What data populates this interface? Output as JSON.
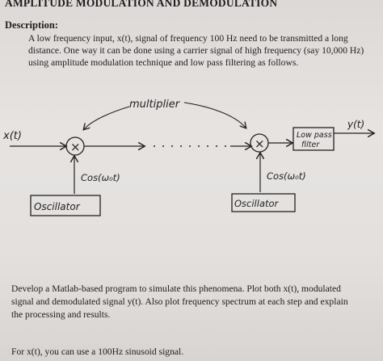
{
  "document": {
    "title": "AMPLITUDE MODULATION AND DEMODULATION",
    "description_label": "Description:",
    "description_lines": [
      "A low frequency input, x(t), signal of frequency 100 Hz need to be transmitted a long",
      "distance. One way it can be done using a carrier signal of high frequency (say 10,000 Hz)",
      "using amplitude modulation technique and low pass filtering as follows."
    ],
    "task_lines": [
      "Develop a Matlab-based program to simulate this phenomena. Plot both x(t), modulated",
      "signal and demodulated signal y(t). Also plot frequency spectrum at each step and explain",
      "the processing and results.",
      "For x(t), you can use a 100Hz sinusoid signal."
    ]
  },
  "diagram": {
    "multiplier_label": "multiplier",
    "input_label": "x(t)",
    "output_label": "y(t)",
    "carrier_left_label": "Cos(ω₀t)",
    "carrier_right_label": "Cos(ω₀t)",
    "oscillator_left_label": "Oscillator",
    "oscillator_right_label": "Oscillator",
    "filter_label_line1": "Low pass",
    "filter_label_line2": "filter",
    "multiply_symbol": "×"
  }
}
